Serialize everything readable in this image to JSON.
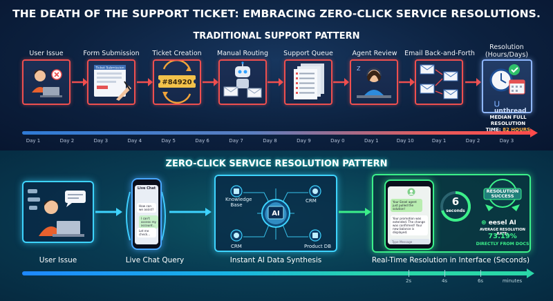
{
  "title": "THE DEATH OF THE SUPPORT TICKET: EMBRACING ZERO-CLICK SERVICE RESOLUTIONS.",
  "traditional": {
    "heading": "TRADITIONAL SUPPORT PATTERN",
    "steps": [
      {
        "label": "User Issue",
        "icon": "user-laptop-error-icon"
      },
      {
        "label": "Form Submission",
        "icon": "form-icon",
        "form_header": "Ticket Submission"
      },
      {
        "label": "Ticket Creation",
        "icon": "ticket-icon",
        "ticket_number": "#84920"
      },
      {
        "label": "Manual Routing",
        "icon": "robot-mail-icon"
      },
      {
        "label": "Support Queue",
        "icon": "document-stack-icon"
      },
      {
        "label": "Agent Review",
        "icon": "agent-headset-icon"
      },
      {
        "label": "Email Back-and-Forth",
        "icon": "envelopes-icon"
      }
    ],
    "resolution": {
      "label_line1": "Resolution",
      "label_line2": "(Hours/Days)",
      "icon": "clock-calendar-check-icon",
      "brand": "unthread",
      "median_line1": "MEDIAN FULL RESOLUTION",
      "median_prefix": "TIME: ",
      "median_value": "82 HOURS"
    },
    "timeline_days": [
      "Day 1",
      "Day 2",
      "Day 3",
      "Day 4",
      "Day 5",
      "Day 6",
      "Day 7",
      "Day 8",
      "Day 9",
      "Day 0",
      "Day 1",
      "Day 10",
      "Day 1",
      "Day 2",
      "Day 3"
    ]
  },
  "zero_click": {
    "heading": "ZERO-CLICK SERVICE RESOLUTION PATTERN",
    "steps": [
      {
        "label": "User Issue",
        "icon": "user-laptop-chat-icon"
      },
      {
        "label": "Live Chat Query",
        "icon": "phone-chat-icon",
        "chat_title": "Live Chat",
        "messages": [
          "How can we assist?",
          "I can't access my account...",
          "Let me check..."
        ]
      },
      {
        "label": "Instant AI Data Synthesis",
        "icon": "ai-brain-chip-icon",
        "sources": [
          "Knowledge Base",
          "CRM",
          "CRM",
          "Product DB"
        ],
        "chip_text": "AI"
      },
      {
        "label": "Real-Time Resolution in Interface (Seconds)",
        "icon": "phone-resolution-icon",
        "messages": [
          "Your Eesel agent just pulled the solution!",
          "Your promotion was extended. The change was confirmed! Your new balance is displayed."
        ],
        "input_placeholder": "Type Message",
        "timer_value": "6",
        "timer_unit": "seconds",
        "badge_line1": "RESOLUTION",
        "badge_line2": "SUCCESS",
        "brand": "eesel AI",
        "rate_label": "AVERAGE RESOLUTION RATE:",
        "rate_value": "73.19%",
        "rate_suffix": "DIRECTLY FROM DOCS"
      }
    ],
    "timeline_ticks": [
      "2s",
      "4s",
      "6s",
      "minutes"
    ]
  },
  "colors": {
    "traditional_accent": "#ef4f4f",
    "zero_accent": "#3ed4ff",
    "success_accent": "#3cf08a",
    "median_highlight": "#ffb347"
  }
}
